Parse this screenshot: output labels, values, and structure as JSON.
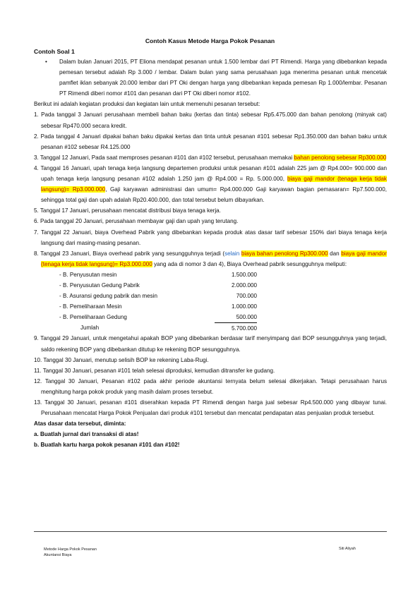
{
  "title": "Contoh Kasus Metode Harga Pokok Pesanan",
  "subtitle": "Contoh Soal 1",
  "bullet": "Dalam bulan Januari 2015, PT Eliona mendapat pesanan untuk 1.500 lembar dari PT Rimendi. Harga yang dibebankan kepada pemesan tersebut adalah Rp 3.000 / lembar. Dalam bulan yang sama perusahaan juga menerima pesanan untuk mencetak pamflet iklan sebanyak 20.000 lembar dari PT Oki dengan harga yang dibebankan kepada pemesan Rp 1.000/lembar. Pesanan PT Rimendi diberi nomor #101 dan pesanan dari PT Oki diberi nomor #102.",
  "intro": "Berikut ini adalah kegiatan produksi dan kegiatan lain untuk memenuhi pesanan tersebut:",
  "items": {
    "i1": "1. Pada tanggal 3 Januari perusahaan membeli bahan baku (kertas dan tinta) sebesar  Rp5.475.000 dan bahan penolong (minyak cat) sebesar Rp470.000 secara kredit.",
    "i2": "2. Pada tanggal 4 Januari dipakai bahan baku dipakai kertas dan tinta untuk pesanan #101 sebesar Rp1.350.000 dan bahan baku untuk pesanan #102 sebesar R4.125.000",
    "i3a": "3. Tanggal 12 Januari, Pada saat memproses pesanan #101 dan #102 tersebut, perusahaan memakai ",
    "i3hl": "bahan penolong sebesar Rp300.000",
    "i4a": "4. Tanggal 16 Januari, upah tenaga kerja langsung departemen produksi untuk pesanan #101 adalah 225 jam @ Rp4.000= 900.000 dan upah tenaga kerja langsung pesanan #102 adalah 1.250 jam @ Rp4.000 = Rp. 5.000.000, ",
    "i4hl": "biaya gaji mandor (tenaga kerja tidak langsung)= Rp3.000.000",
    "i4b": ", Gaji karyawan administrasi dan umum= Rp4.000.000 Gaji karyawan bagian pemasaran= Rp7.500.000, sehingga total gaji dan upah adalah Rp20.400.000, dan total tersebut belum dibayarkan.",
    "i5": "5. Tanggal 17 Januari, perusahaan mencatat distribusi biaya tenaga kerja.",
    "i6": "6. Pada tanggal 20 Januari, perusahaan membayar gaji dan upah yang terutang.",
    "i7": "7. Tanggal 22 Januari, biaya Overhead Pabrik yang dibebankan kepada produk atas dasar tarif sebesar 150% dari biaya tenaga kerja langsung dari masing-masing pesanan.",
    "i8a": "8. Tanggal 23 Januari, Biaya overhead pabrik yang sesungguhnya terjadi (",
    "i8blue": "selain",
    "i8hl1": "biaya bahan penolong Rp300.000",
    "i8b": " dan ",
    "i8hl2": "biaya gaji mandor (tenaga kerja tidak langsung)= Rp3.000.000",
    "i8c": " yang ada di nomor 3 dan 4), Biaya Overhead pabrik sesungguhnya meliputi:",
    "i9": "9. Tanggal 29 Januari, untuk mengetahui apakah BOP yang dibebankan berdasar tarif menyimpang dari BOP sesungguhnya yang terjadi, saldo rekening BOP yang dibebankan ditutup ke rekening BOP sesungguhnya.",
    "i10": "10. Tanggal 30 Januari, menutup selisih BOP ke rekening Laba-Rugi.",
    "i11": "11. Tanggal 30 Januari, pesanan #101 telah selesai diproduksi, kemudian ditransfer ke gudang.",
    "i12": "12. Tanggal 30 Januari, Pesanan #102 pada akhir periode akuntansi ternyata belum selesai dikerjakan. Tetapi perusahaan harus menghitung harga pokok produk yang masih dalam proses tersebut.",
    "i13": "13. Tanggal 30 Januari, pesanan #101 diserahkan kepada PT Rimendi dengan harga jual sebesar Rp4.500.000 yang dibayar tunai. Perusahaan mencatat Harga Pokok Penjualan dari produk #101 tersebut dan mencatat pendapatan atas penjualan produk tersebut."
  },
  "bop": [
    {
      "label": "- B. Penyusutan mesin",
      "value": "1.500.000"
    },
    {
      "label": "- B. Penyusutan Gedung Pabrik",
      "value": "2.000.000"
    },
    {
      "label": "- B. Asuransi gedung pabrik dan mesin",
      "value": "700.000"
    },
    {
      "label": "- B. Pemeliharaan Mesin",
      "value": "1.000.000"
    },
    {
      "label": "- B. Pemeliharaan Gedung",
      "value": "500.000"
    }
  ],
  "bop_total": {
    "label": "Jumlah",
    "value": "5.700.000"
  },
  "ask": {
    "head": "Atas dasar data tersebut, diminta:",
    "a": "a. Buatlah jurnal dari transaksi di atas!",
    "b": "b. Buatlah kartu harga pokok pesanan #101 dan #102!"
  },
  "footer": {
    "course": "Metode Harga Pokok Pesanan",
    "subject": "Akuntansi Biaya",
    "author": "Siti Aliyah"
  },
  "bullet_glyph": "•"
}
